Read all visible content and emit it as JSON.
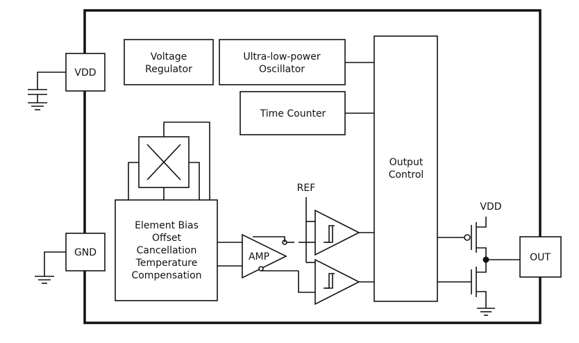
{
  "diagram": {
    "pins": {
      "vdd": "VDD",
      "gnd": "GND",
      "out": "OUT"
    },
    "blocks": {
      "voltage_regulator": [
        "Voltage",
        "Regulator"
      ],
      "oscillator": [
        "Ultra-low-power",
        "Oscillator"
      ],
      "time_counter": "Time Counter",
      "output_control": [
        "Output",
        "Control"
      ],
      "sensor_frontend": [
        "Element Bias",
        "Offset",
        "Cancellation",
        "Temperature",
        "Compensation"
      ],
      "amp": "AMP"
    },
    "signals": {
      "ref": "REF",
      "output_vdd": "VDD"
    }
  }
}
